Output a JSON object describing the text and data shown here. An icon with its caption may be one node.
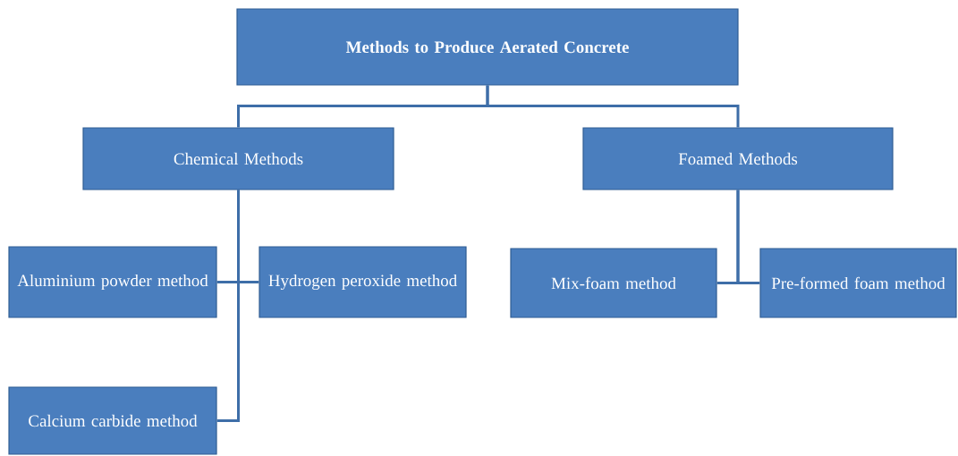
{
  "diagram": {
    "nodes": [
      {
        "text": [
          "Methods to Produce Aerated Concrete"
        ]
      },
      {
        "text": [
          "Chemical Methods"
        ]
      },
      {
        "text": [
          "Foamed Methods"
        ]
      },
      {
        "text": [
          "Aluminium powder method"
        ]
      },
      {
        "text": [
          "Hydrogen peroxide method"
        ]
      },
      {
        "text": [
          "Calcium carbide method"
        ]
      },
      {
        "text": [
          "Mix-foam method"
        ]
      },
      {
        "text": [
          "Pre-formed foam method"
        ]
      }
    ],
    "edges": [
      {
        "from": 0,
        "to": 1,
        "arrow": "none"
      },
      {
        "from": 0,
        "to": 2,
        "arrow": "none"
      },
      {
        "from": 1,
        "to": 3,
        "arrow": "none"
      },
      {
        "from": 1,
        "to": 4,
        "arrow": "none"
      },
      {
        "from": 1,
        "to": 5,
        "arrow": "none"
      },
      {
        "from": 2,
        "to": 6,
        "arrow": "none"
      },
      {
        "from": 2,
        "to": 7,
        "arrow": "none"
      }
    ]
  }
}
